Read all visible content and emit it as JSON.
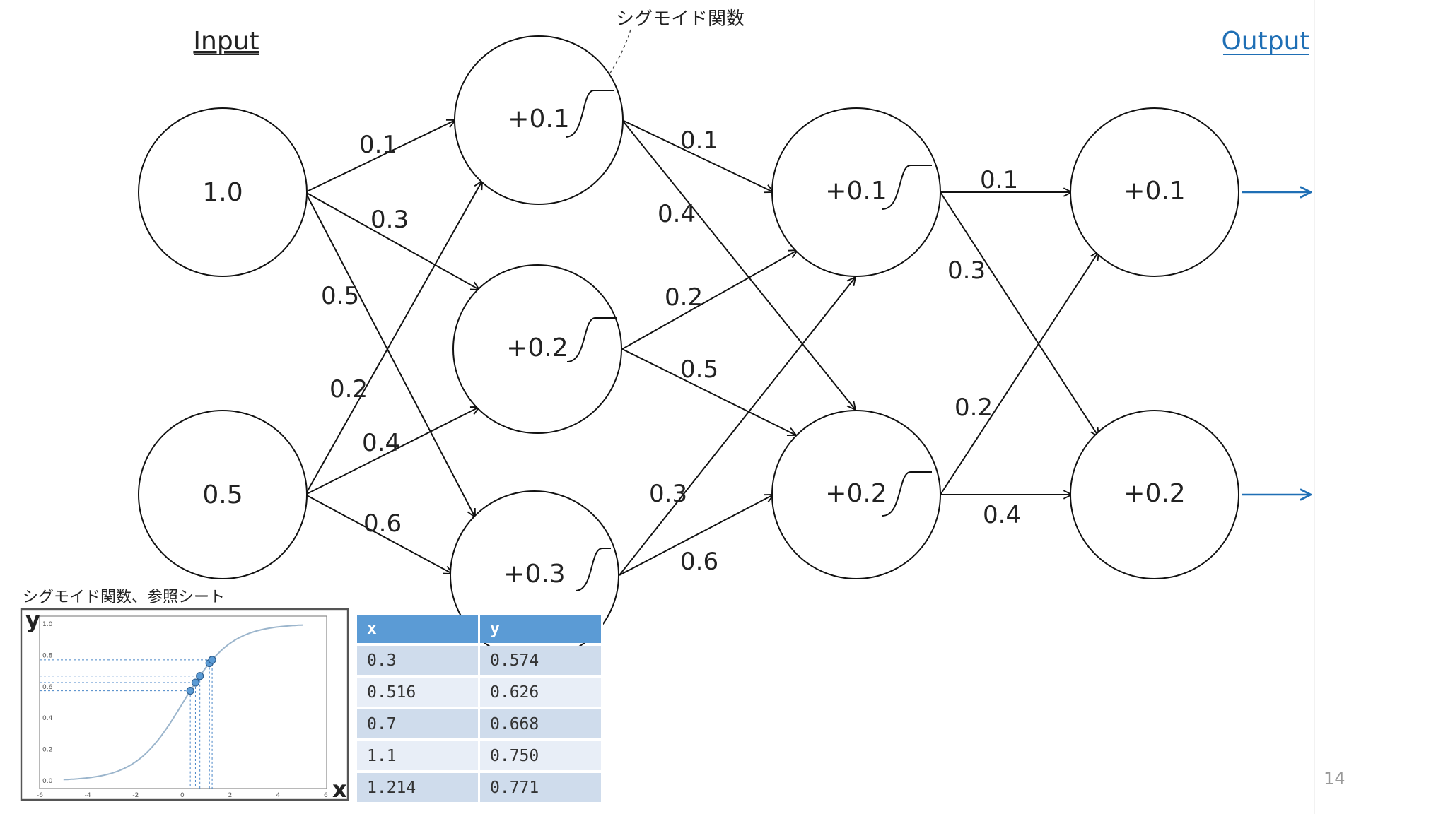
{
  "header": {
    "input_label": "Input",
    "output_label": "Output",
    "sigmoid_callout": "シグモイド関数",
    "accent_color": "#1f6fb5"
  },
  "network": {
    "input_nodes": [
      "1.0",
      "0.5"
    ],
    "hidden1_nodes": [
      "+0.1",
      "+0.2",
      "+0.3"
    ],
    "hidden2_nodes": [
      "+0.1",
      "+0.2"
    ],
    "output_nodes": [
      "+0.1",
      "+0.2"
    ],
    "weights_input_hidden1": [
      "0.1",
      "0.3",
      "0.5",
      "0.2",
      "0.4",
      "0.6"
    ],
    "weights_hidden1_hidden2": [
      "0.1",
      "0.4",
      "0.2",
      "0.5",
      "0.3",
      "0.6"
    ],
    "weights_hidden2_output": [
      "0.1",
      "0.3",
      "0.2",
      "0.4"
    ]
  },
  "reference": {
    "title": "シグモイド関数、参照シート",
    "axis_y": "y",
    "axis_x": "x",
    "table_headers": [
      "x",
      "y"
    ],
    "rows": [
      [
        "0.3",
        "0.574"
      ],
      [
        "0.516",
        "0.626"
      ],
      [
        "0.7",
        "0.668"
      ],
      [
        "1.1",
        "0.750"
      ],
      [
        "1.214",
        "0.771"
      ]
    ],
    "y_ticks": [
      "1.0",
      "0.8",
      "0.6",
      "0.4",
      "0.2",
      "0.0"
    ],
    "x_ticks": [
      "-6",
      "-4",
      "-2",
      "0",
      "2",
      "4",
      "6"
    ],
    "points_x": [
      0.3,
      0.516,
      0.7,
      1.1,
      1.214
    ],
    "points_y": [
      0.574,
      0.626,
      0.668,
      0.75,
      0.771
    ]
  },
  "footer": {
    "page_number": "14"
  }
}
